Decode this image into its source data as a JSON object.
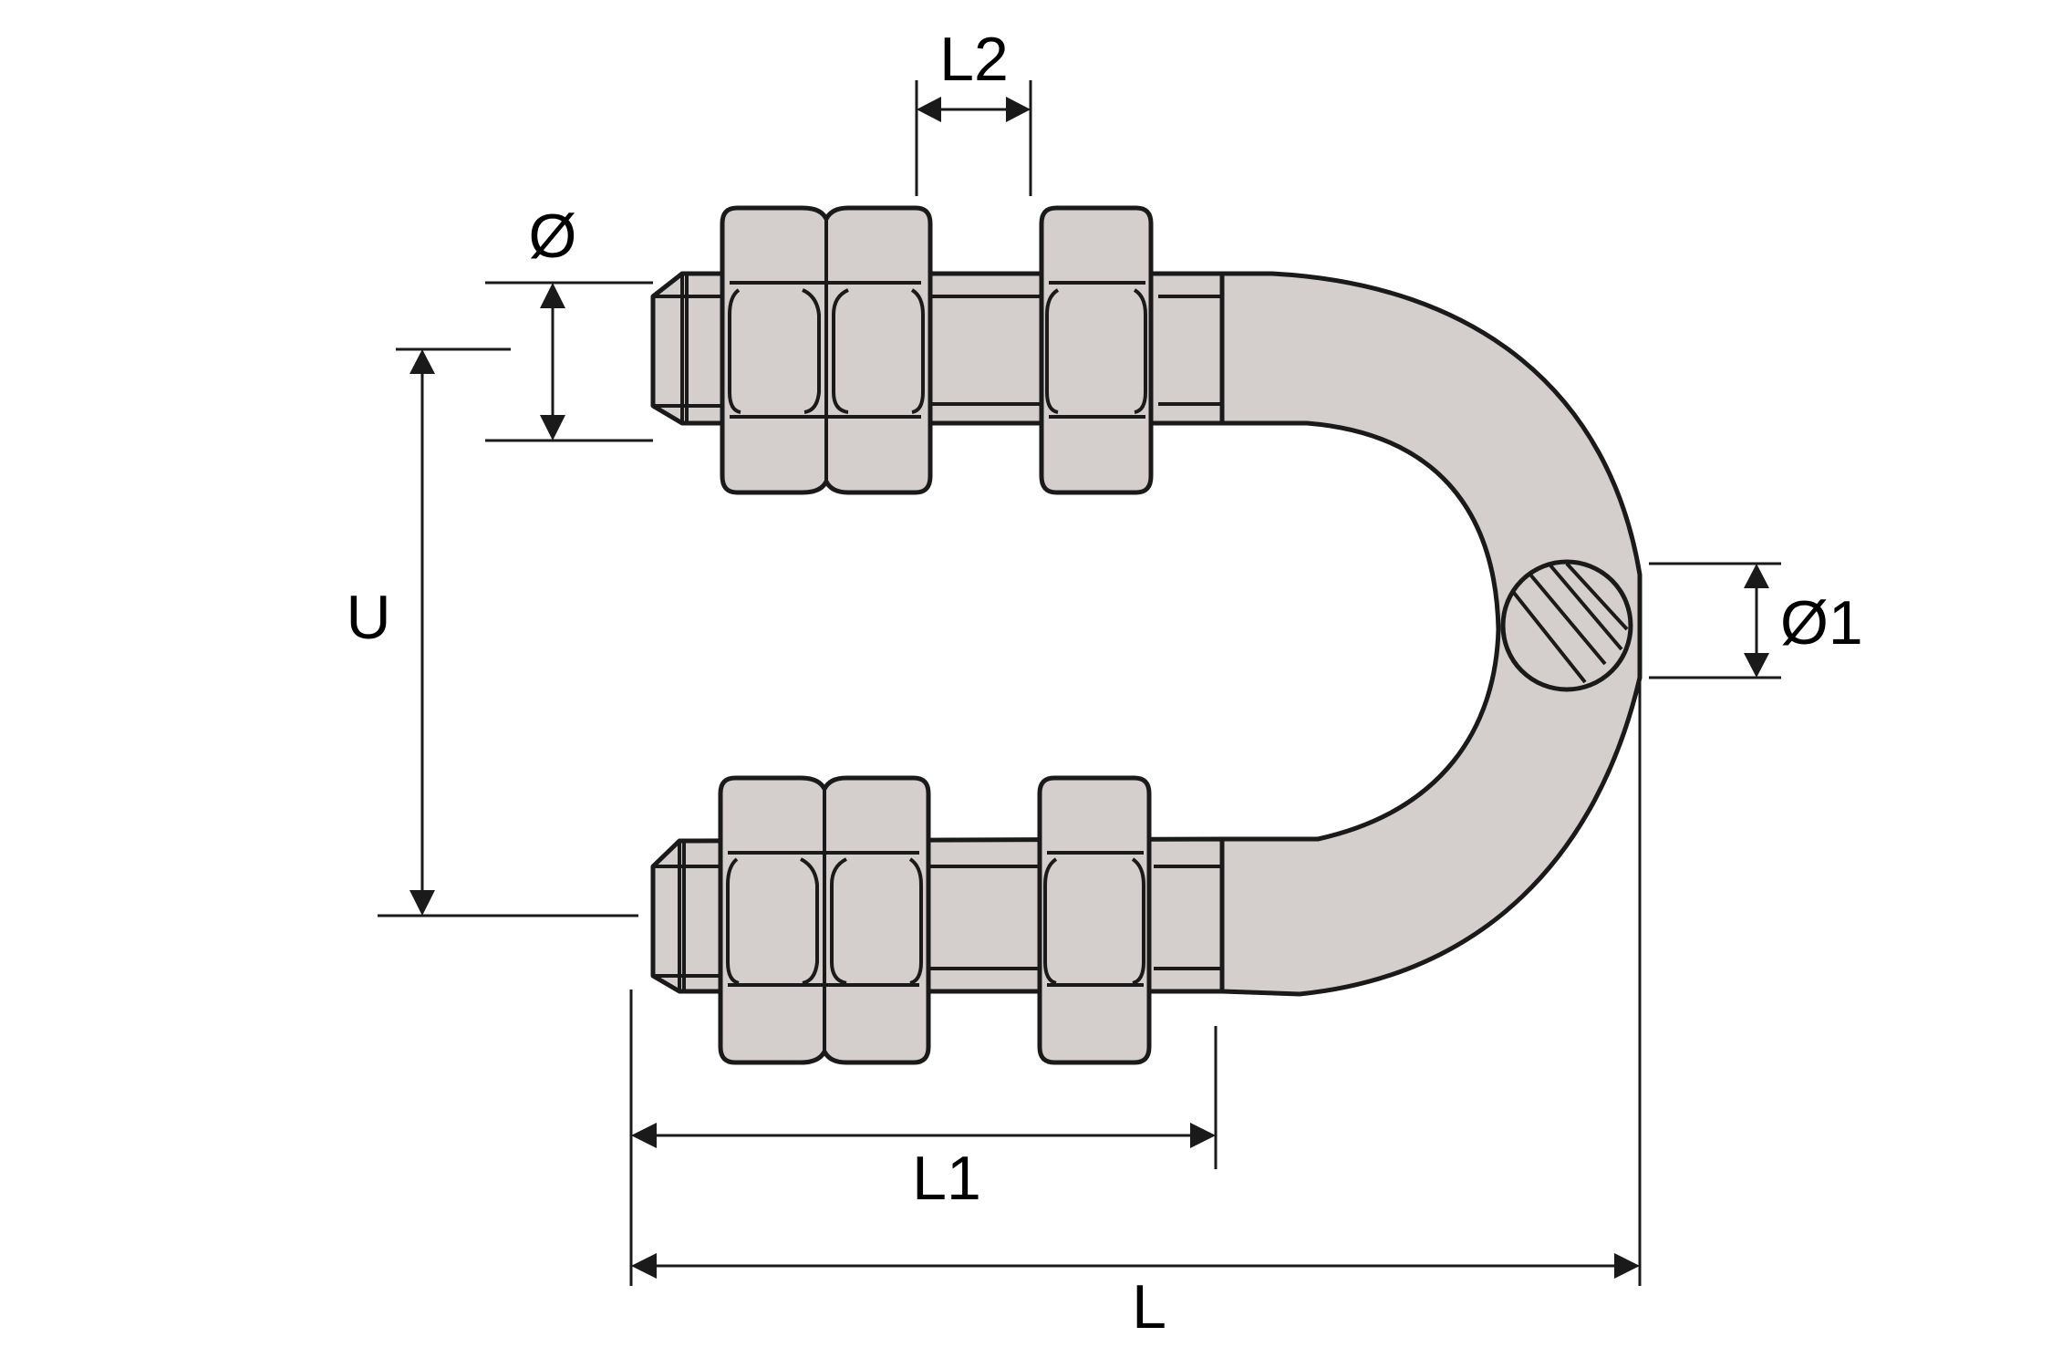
{
  "labels": {
    "L2": "L2",
    "diameter": "Ø",
    "U": "U",
    "diameter1": "Ø1",
    "L1": "L1",
    "L": "L"
  },
  "colors": {
    "part_fill": "#d4cfcc",
    "stroke": "#1a1a1a",
    "background": "#ffffff"
  }
}
